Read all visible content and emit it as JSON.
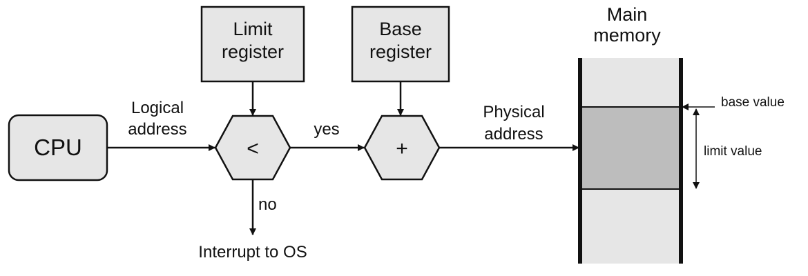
{
  "colors": {
    "box_fill": "#e6e6e6",
    "memory_fill": "#e6e6e6",
    "memory_highlight": "#bdbdbd",
    "stroke": "#111111"
  },
  "diagram": {
    "cpu": {
      "label": "CPU"
    },
    "limit_register": {
      "line1": "Limit",
      "line2": "register"
    },
    "base_register": {
      "line1": "Base",
      "line2": "register"
    },
    "compare": {
      "symbol": "<"
    },
    "adder": {
      "symbol": "+"
    },
    "logical_address": {
      "line1": "Logical",
      "line2": "address"
    },
    "physical_address": {
      "line1": "Physical",
      "line2": "address"
    },
    "yes_label": "yes",
    "no_label": "no",
    "interrupt_label": "Interrupt to OS",
    "memory": {
      "title_line1": "Main",
      "title_line2": "memory",
      "base_value": "base value",
      "limit_value": "limit value"
    }
  }
}
